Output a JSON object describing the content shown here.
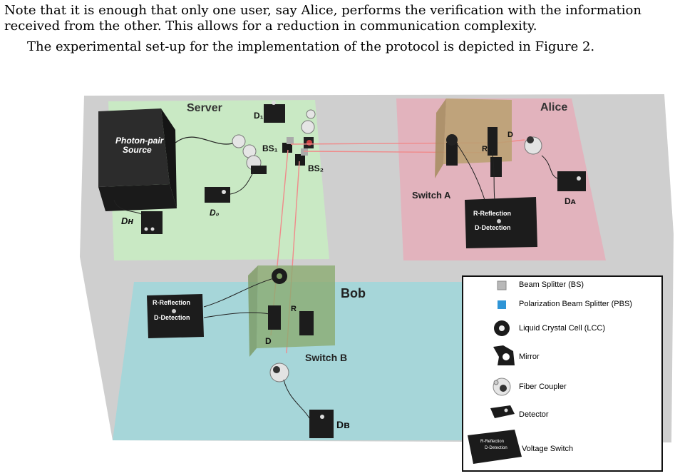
{
  "text": {
    "p1": "Note that it is enough that only one user, say Alice, performs the verification with the information",
    "p2": "received from the other. This allows for a reduction in communication complexity.",
    "p3": "The experimental set-up for the implementation of the protocol is depicted in Figure 2."
  },
  "figure": {
    "regions": {
      "server": "Server",
      "alice": "Alice",
      "bob": "Bob",
      "switch_a": "Switch A",
      "switch_b": "Switch B"
    },
    "source": {
      "line1": "Photon-pair",
      "line2": "Source"
    },
    "detectors": {
      "d1": "D₁",
      "d0": "D₀",
      "dh": "Dʜ",
      "da": "Dᴀ",
      "db": "Dʙ",
      "d_alice": "D",
      "d_bob": "D"
    },
    "beamsplitters": {
      "bs1": "BS₁",
      "bs2": "BS₂"
    },
    "reflect_marks": {
      "r_alice": "R",
      "r_bob": "R"
    },
    "voltage_switch_alice": {
      "line1": "R-Reflection",
      "line2": "D-Detection"
    },
    "voltage_switch_bob": {
      "line1": "R-Reflection",
      "line2": "D-Detection"
    },
    "legend": [
      {
        "icon": "beam-splitter-icon",
        "label": "Beam Splitter (BS)"
      },
      {
        "icon": "polarization-beam-splitter-icon",
        "label": "Polarization Beam Splitter (PBS)"
      },
      {
        "icon": "liquid-crystal-cell-icon",
        "label": "Liquid Crystal Cell (LCC)"
      },
      {
        "icon": "mirror-icon",
        "label": "Mirror"
      },
      {
        "icon": "fiber-coupler-icon",
        "label": "Fiber Coupler"
      },
      {
        "icon": "detector-icon",
        "label": "Detector"
      },
      {
        "icon": "voltage-switch-icon",
        "label": "Voltage Switch"
      }
    ],
    "legend_switch": {
      "line1": "R-Reflection",
      "line2": "D-Detection"
    },
    "colors": {
      "floor": "#cfcfcf",
      "server": "#c9e9c4",
      "alice": "#e2b3bd",
      "bob": "#a6d6d9",
      "switch_box": "#b9a070",
      "beam": "#f08a8a",
      "pbs": "#2f95d6"
    }
  }
}
